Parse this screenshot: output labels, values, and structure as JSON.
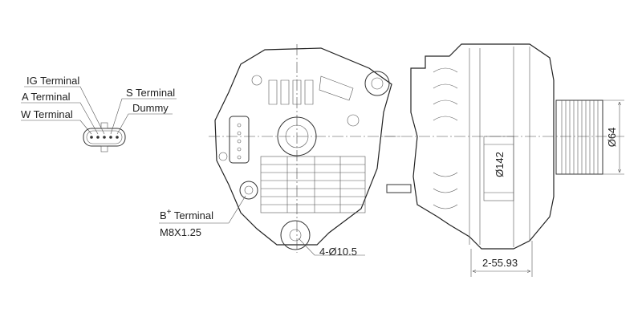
{
  "connector_labels": {
    "ig": "IG Terminal",
    "a": "A Terminal",
    "w": "W Terminal",
    "s": "S Terminal",
    "dummy": "Dummy"
  },
  "b_terminal": {
    "label": "B",
    "superscript": "+",
    "label_suffix": " Terminal",
    "thread": "M8X1.25"
  },
  "dimensions": {
    "mount_holes": "4-Ø10.5",
    "body_diameter": "Ø142",
    "pulley_diameter": "Ø64",
    "spacing": "2-55.93"
  }
}
